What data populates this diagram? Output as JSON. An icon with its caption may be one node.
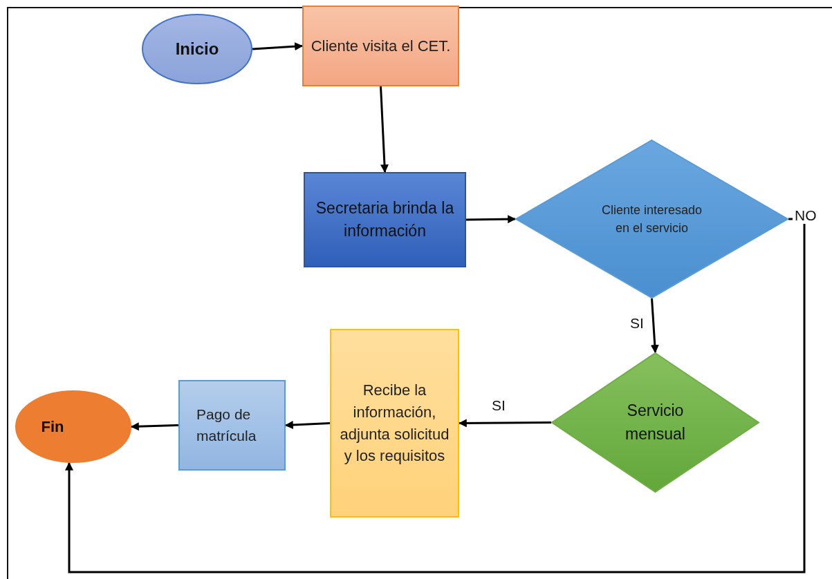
{
  "diagram": {
    "nodes": [
      {
        "text": [
          "Inicio"
        ]
      },
      {
        "text": [
          "Cliente visita el CET."
        ]
      },
      {
        "text": [
          "Secretaria brinda la información"
        ]
      },
      {
        "text": [
          "Cliente interesado en el servicio"
        ]
      },
      {
        "text": [
          "Servicio mensual"
        ]
      },
      {
        "text": [
          "Recibe la información, adjunta solicitud y los requisitos"
        ]
      },
      {
        "text": [
          "Pago de matrícula"
        ]
      },
      {
        "text": [
          "Fin"
        ]
      }
    ],
    "edges": [
      {
        "from": 0,
        "to": 1,
        "arrow": "to"
      },
      {
        "from": 1,
        "to": 2,
        "arrow": "to"
      },
      {
        "from": 2,
        "to": 3,
        "arrow": "to"
      },
      {
        "from": 3,
        "to": 4,
        "arrow": "to",
        "label": "SI"
      },
      {
        "from": 4,
        "to": 5,
        "arrow": "to",
        "label": "SI"
      },
      {
        "from": 5,
        "to": 6,
        "arrow": "to"
      },
      {
        "from": 6,
        "to": 7,
        "arrow": "to"
      },
      {
        "from": 3,
        "to": 7,
        "arrow": "to",
        "label": "NO"
      }
    ]
  }
}
